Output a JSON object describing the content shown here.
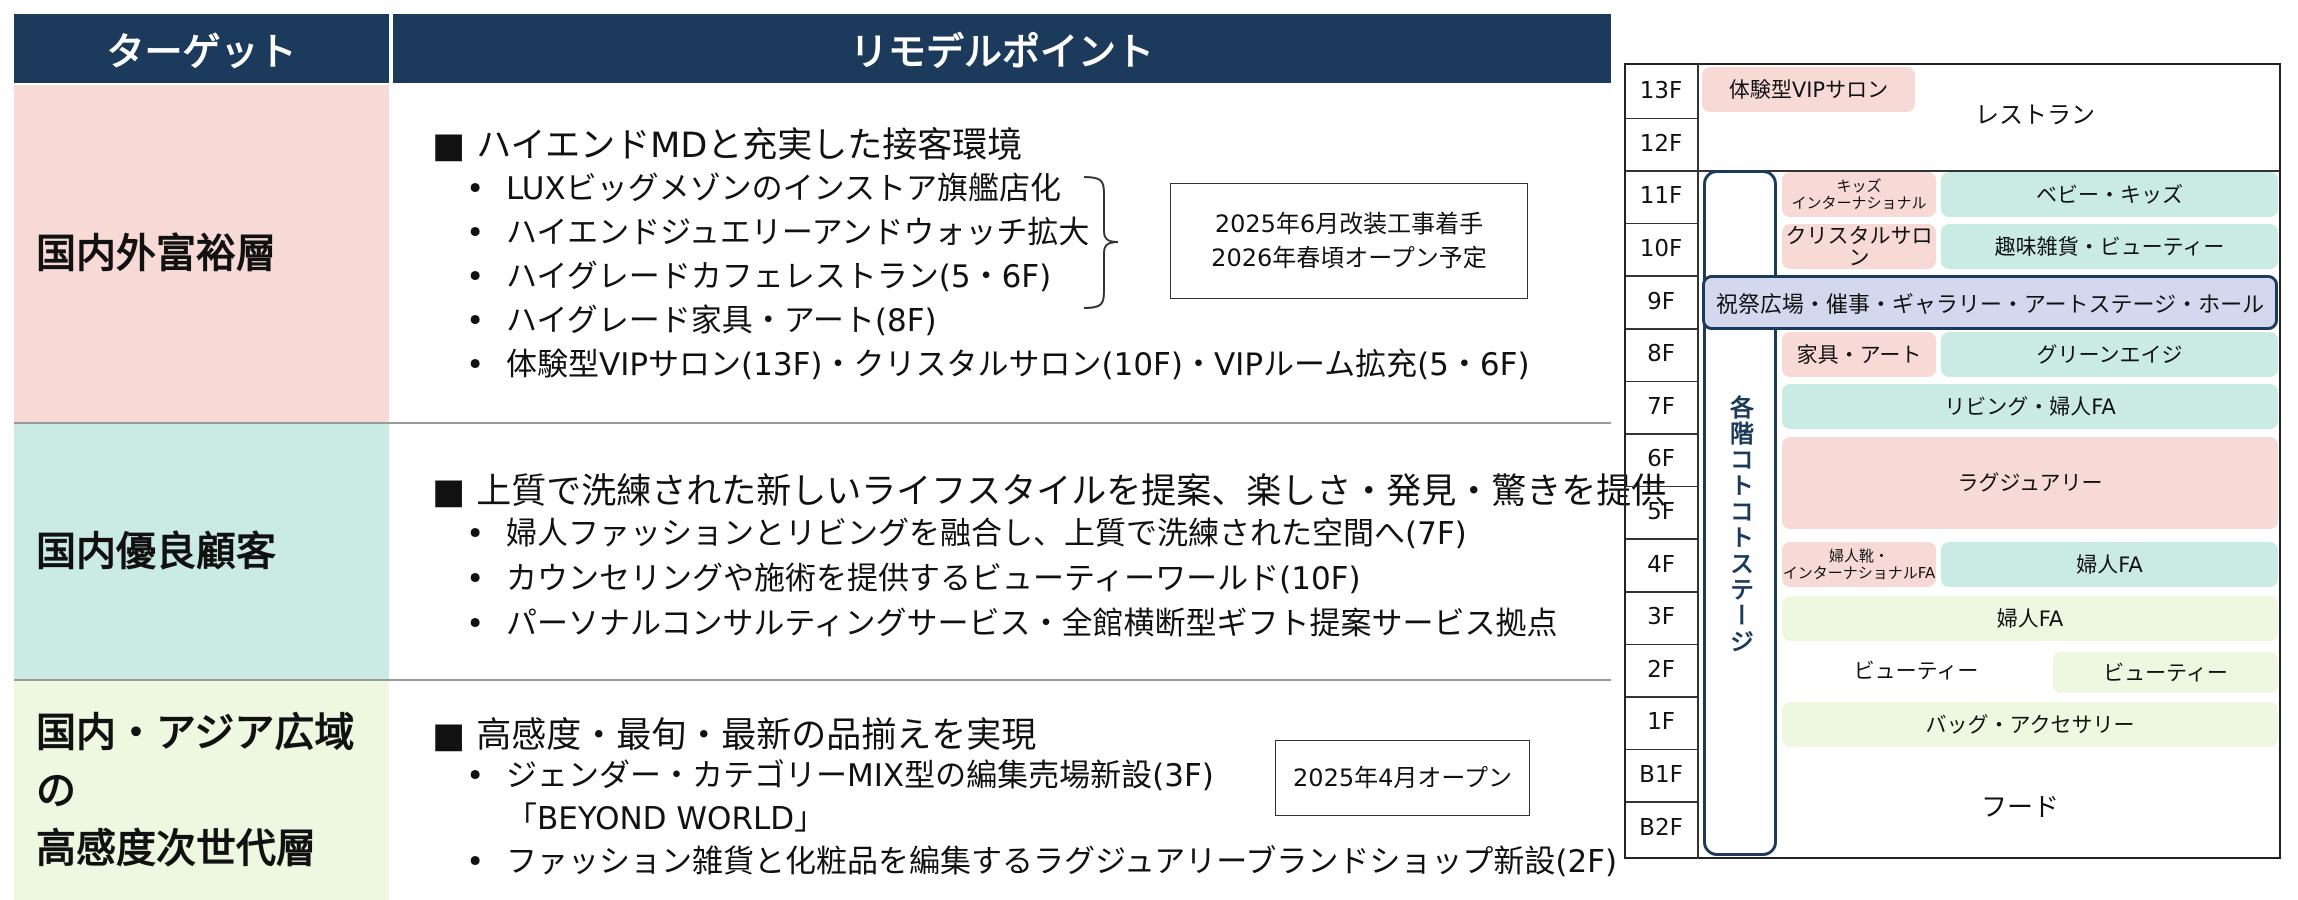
{
  "table": {
    "headers": {
      "target": "ターゲット",
      "points": "リモデルポイント"
    },
    "rows": [
      {
        "target": "国内外富裕層",
        "heading": "■ ハイエンドMDと充実した接客環境",
        "bullets": [
          "LUXビッグメゾンのインストア旗艦店化",
          "ハイエンドジュエリーアンドウォッチ拡大",
          "ハイグレードカフェレストラン(5・6F)",
          "ハイグレード家具・アート(8F)",
          "体験型VIPサロン(13F)・クリスタルサロン(10F)・VIPルーム拡充(5・6F)"
        ],
        "note": [
          "2025年6月改装工事着手",
          "2026年春頃オープン予定"
        ]
      },
      {
        "target": "国内優良顧客",
        "heading": "■ 上質で洗練された新しいライフスタイルを提案、楽しさ・発見・驚きを提供",
        "bullets": [
          "婦人ファッションとリビングを融合し、上質で洗練された空間へ(7F)",
          "カウンセリングや施術を提供するビューティーワールド(10F)",
          "パーソナルコンサルティングサービス・全館横断型ギフト提案サービス拠点"
        ]
      },
      {
        "target_lines": [
          "国内・アジア広域の",
          "高感度次世代層"
        ],
        "heading": "■ 高感度・最旬・最新の品揃えを実現",
        "bullets": [
          "ジェンダー・カテゴリーMIX型の編集売場新設(3F)",
          "「BEYOND WORLD」",
          "ファッション雑貨と化粧品を編集するラグジュアリーブランドショップ新設(2F)"
        ],
        "note": [
          "2025年4月オープン"
        ]
      }
    ]
  },
  "floors": {
    "labels": [
      "13F",
      "12F",
      "11F",
      "10F",
      "9F",
      "8F",
      "7F",
      "6F",
      "5F",
      "4F",
      "3F",
      "2F",
      "1F",
      "B1F",
      "B2F"
    ],
    "stage_label": "各階コトコトステージ",
    "cells": {
      "vip_salon": "体験型VIPサロン",
      "restaurant": "レストラン",
      "kids_intl": [
        "キッズ",
        "インターナショナル"
      ],
      "baby_kids": "ベビー・キッズ",
      "crystal_salon": "クリスタルサロン",
      "hobby_beauty": "趣味雑貨・ビューティー",
      "hall": "祝祭広場・催事・ギャラリー・アートステージ・ホール",
      "furniture_art": "家具・アート",
      "green_age": "グリーンエイジ",
      "living_fa": "リビング・婦人FA",
      "luxury": "ラグジュアリー",
      "womens_shoes": [
        "婦人靴・",
        "インターナショナルFA"
      ],
      "womens_fa": "婦人FA",
      "womens_fa_3f": "婦人FA",
      "beauty_left": "ビューティー",
      "beauty_right": "ビューティー",
      "bag_acc": "バッグ・アクセサリー",
      "food": "フード"
    }
  }
}
